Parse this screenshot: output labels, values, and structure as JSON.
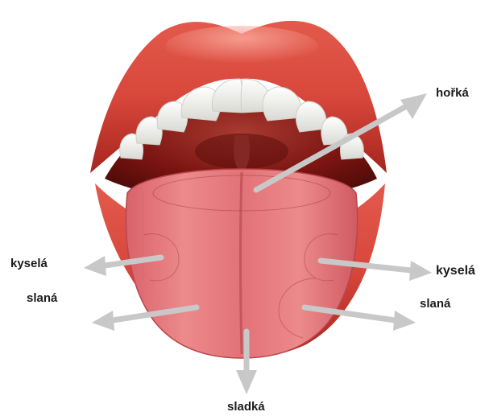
{
  "labels": {
    "bitter": "hořká",
    "sour_left": "kyselá",
    "sour_right": "kyselá",
    "salty_left": "slaná",
    "salty_right": "slaná",
    "sweet": "sladká"
  },
  "colors": {
    "lip": "#d8473b",
    "lip_dark": "#a5251d",
    "lip_highlight": "#f08a7c",
    "mouth_interior": "#7a1410",
    "tongue": "#e5757a",
    "tongue_dark": "#c4535a",
    "teeth": "#f7f7f5",
    "arrow": "#c8c8c8",
    "text": "#1c1c1c"
  }
}
